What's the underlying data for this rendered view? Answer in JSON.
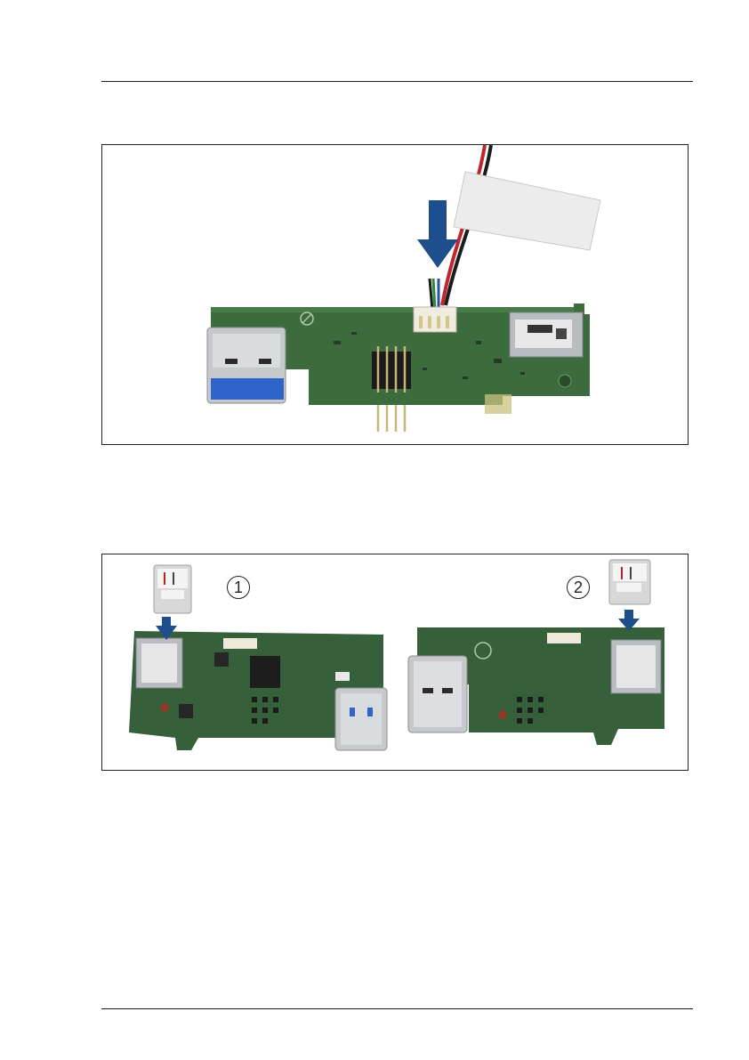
{
  "figure_1": {
    "arrow_color": "#1f4e8c",
    "icons": [
      "usb-a-connector",
      "pin-header",
      "microsd-slot",
      "cable-connector",
      "down-arrow"
    ]
  },
  "figure_2": {
    "callouts": [
      {
        "label": "1"
      },
      {
        "label": "2"
      }
    ],
    "arrow_color": "#1f4e8c",
    "icons": [
      "microsd-card",
      "down-arrow",
      "usb-a-connector"
    ]
  }
}
